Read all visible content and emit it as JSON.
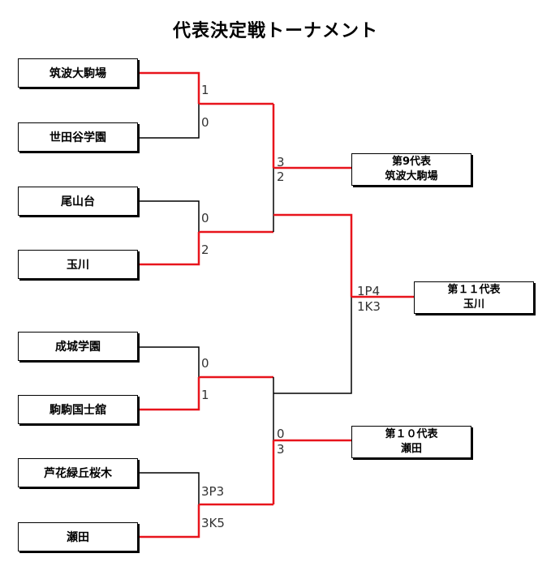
{
  "title": "代表決定戦トーナメント",
  "colors": {
    "winner_line": "#e8141c",
    "loser_line": "#000000"
  },
  "teams": [
    "筑波大駒場",
    "世田谷学園",
    "尾山台",
    "玉川",
    "成城学園",
    "駒駒国士舘",
    "芦花緑丘桜木",
    "瀬田"
  ],
  "scores": {
    "r1_m1": [
      "1",
      "0"
    ],
    "r1_m2": [
      "0",
      "2"
    ],
    "r1_m3": [
      "0",
      "1"
    ],
    "r1_m4": [
      "3P3",
      "3K5"
    ],
    "r2_m1": [
      "3",
      "2"
    ],
    "r2_m2": [
      "0",
      "3"
    ],
    "final": [
      "1P4",
      "1K3"
    ]
  },
  "results": {
    "rep9": {
      "label": "第9代表",
      "team": "筑波大駒場"
    },
    "rep11": {
      "label": "第１１代表",
      "team": "玉川"
    },
    "rep10": {
      "label": "第１０代表",
      "team": "瀬田"
    }
  }
}
